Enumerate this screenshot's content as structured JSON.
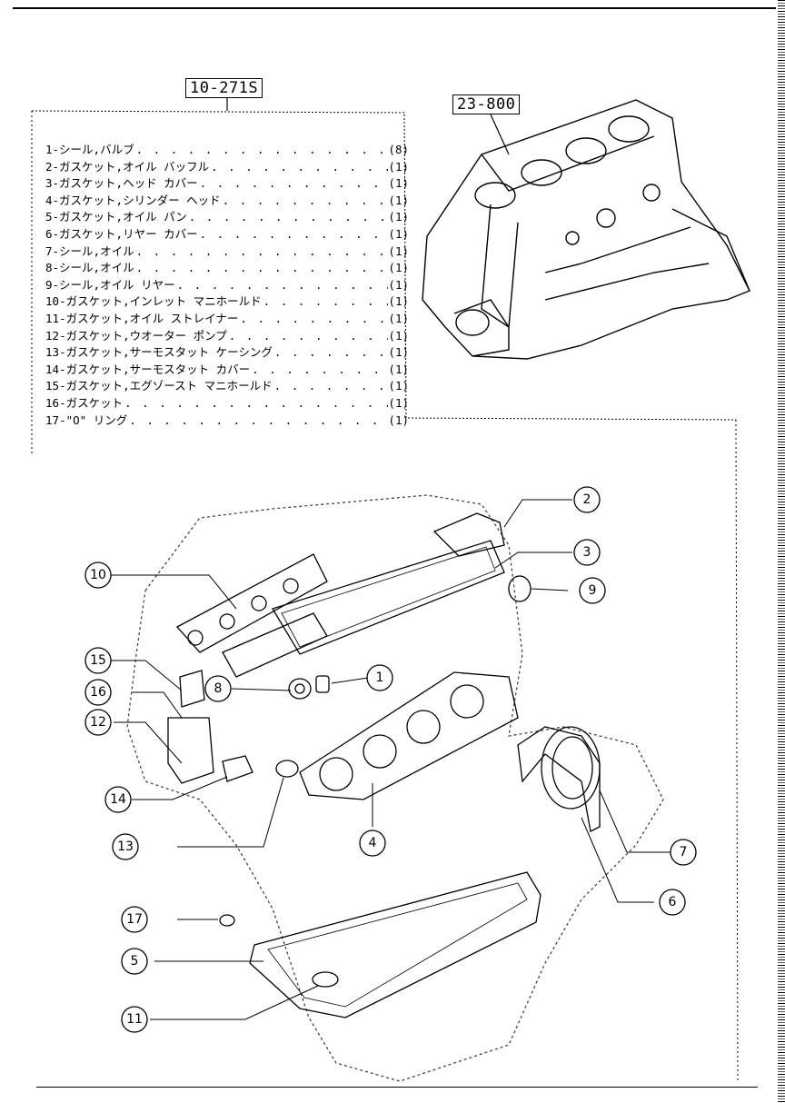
{
  "references": {
    "gasket_kit": "10-271S",
    "cylinder_block": "23-800"
  },
  "parts": [
    {
      "no": "1",
      "name": "-シール,バルブ",
      "qty": "(8)"
    },
    {
      "no": "2",
      "name": "-ガスケット,オイル バッフル",
      "qty": "(1)"
    },
    {
      "no": "3",
      "name": "-ガスケット,ヘッド カバー",
      "qty": "(1)"
    },
    {
      "no": "4",
      "name": "-ガスケット,シリンダー ヘッド",
      "qty": "(1)"
    },
    {
      "no": "5",
      "name": "-ガスケット,オイル パン",
      "qty": "(1)"
    },
    {
      "no": "6",
      "name": "-ガスケット,リヤー カバー",
      "qty": "(1)"
    },
    {
      "no": "7",
      "name": "-シール,オイル",
      "qty": "(1)"
    },
    {
      "no": "8",
      "name": "-シール,オイル",
      "qty": "(1)"
    },
    {
      "no": "9",
      "name": "-シール,オイル リヤー",
      "qty": "(1)"
    },
    {
      "no": "10",
      "name": "-ガスケット,インレット マニホールド",
      "qty": "(1)"
    },
    {
      "no": "11",
      "name": "-ガスケット,オイル ストレイナー",
      "qty": "(1)"
    },
    {
      "no": "12",
      "name": "-ガスケット,ウオーター ポンプ",
      "qty": "(1)"
    },
    {
      "no": "13",
      "name": "-ガスケット,サーモスタット ケーシング",
      "qty": "(1)"
    },
    {
      "no": "14",
      "name": "-ガスケット,サーモスタット カバー",
      "qty": "(1)"
    },
    {
      "no": "15",
      "name": "-ガスケット,エグゾースト マニホールド",
      "qty": "(1)"
    },
    {
      "no": "16",
      "name": "-ガスケット",
      "qty": "(1)"
    },
    {
      "no": "17",
      "name": "-\"O\" リング",
      "qty": "(1)"
    }
  ],
  "callouts": [
    "1",
    "2",
    "3",
    "4",
    "5",
    "6",
    "7",
    "8",
    "9",
    "10",
    "11",
    "12",
    "13",
    "14",
    "15",
    "16",
    "17"
  ]
}
